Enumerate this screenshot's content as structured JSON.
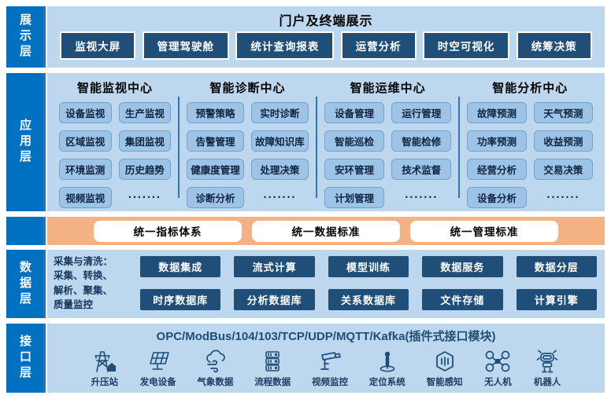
{
  "colors": {
    "sidebar_blue": "#0070c0",
    "panel_light_blue": "#bdd7ee",
    "chip_blue": "#9dc3e6",
    "navy": "#1f4e79",
    "orange_band": "#f4b183",
    "divider_blue": "#2e75b6"
  },
  "display_layer": {
    "sidebar": "展示层",
    "title": "门户及终端展示",
    "buttons": [
      "监视大屏",
      "管理驾驶舱",
      "统计查询报表",
      "运营分析",
      "时空可视化",
      "统筹决策"
    ]
  },
  "app_layer": {
    "sidebar": "应用层",
    "centers": [
      {
        "title": "智能监视中心",
        "items": [
          "设备监视",
          "生产监视",
          "区域监视",
          "集团监视",
          "环境监测",
          "历史趋势",
          "视频监视",
          "·······"
        ]
      },
      {
        "title": "智能诊断中心",
        "items": [
          "预警策略",
          "实时诊断",
          "告警管理",
          "故障知识库",
          "健康度管理",
          "处理决策",
          "诊断分析",
          "·······"
        ]
      },
      {
        "title": "智能运维中心",
        "items": [
          "设备管理",
          "运行管理",
          "智能巡检",
          "智能检修",
          "安环管理",
          "技术监督",
          "计划管理",
          "·······"
        ]
      },
      {
        "title": "智能分析中心",
        "items": [
          "故障预测",
          "天气预测",
          "功率预测",
          "收益预测",
          "经营分析",
          "交易决策",
          "设备分析",
          "·······"
        ]
      }
    ]
  },
  "standards_band": {
    "buttons": [
      "统一指标体系",
      "统一数据标准",
      "统一管理标准"
    ]
  },
  "data_layer": {
    "sidebar": "数据层",
    "description": "采集与清洗：\n采集、转换、\n解析、聚集、\n质量监控",
    "buttons_row1": [
      "数据集成",
      "流式计算",
      "模型训练",
      "数据服务",
      "数据分层"
    ],
    "buttons_row2": [
      "时序数据库",
      "分析数据库",
      "关系数据库",
      "文件存储",
      "计算引擎"
    ]
  },
  "interface_layer": {
    "sidebar": "接口层",
    "title": "OPC/ModBus/104/103/TCP/UDP/MQTT/Kafka(插件式接口模块)",
    "devices": [
      {
        "icon": "transmission-tower-icon",
        "label": "升压站"
      },
      {
        "icon": "solar-panel-icon",
        "label": "发电设备"
      },
      {
        "icon": "weather-cloud-icon",
        "label": "气象数据"
      },
      {
        "icon": "server-stack-icon",
        "label": "流程数据"
      },
      {
        "icon": "cctv-camera-icon",
        "label": "视频监控"
      },
      {
        "icon": "positioning-icon",
        "label": "定位系统"
      },
      {
        "icon": "sensor-icon",
        "label": "智能感知"
      },
      {
        "icon": "drone-icon",
        "label": "无人机"
      },
      {
        "icon": "robot-icon",
        "label": "机器人"
      }
    ]
  }
}
